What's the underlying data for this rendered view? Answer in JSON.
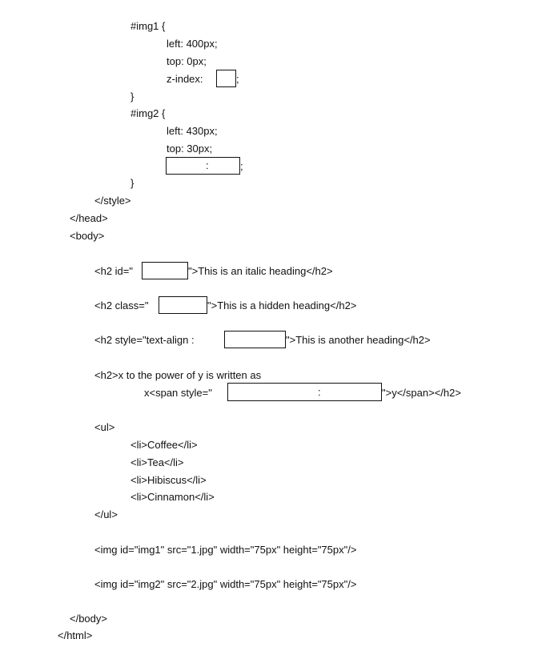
{
  "code": {
    "img1_selector": "#img1 {",
    "img1_left": "left: 400px;",
    "img1_top": "top: 0px;",
    "img1_zindex_label": "z-index:",
    "semicolon": ";",
    "close_brace": "}",
    "img2_selector": "#img2 {",
    "img2_left": "left: 430px;",
    "img2_top": "top: 30px;",
    "colon": ":",
    "style_close": "</style>",
    "head_close": "</head>",
    "body_open": "<body>",
    "h2_id_prefix": "<h2 id=\"",
    "h2_id_suffix": "\">This is an italic heading</h2>",
    "h2_class_prefix": "<h2 class=\"",
    "h2_class_suffix": "\">This is a hidden heading</h2>",
    "h2_style_prefix": "<h2 style=\"text-align :",
    "h2_style_suffix": "\">This is another heading</h2>",
    "h2_power_line": "<h2>x to the power of y is written as",
    "span_prefix": "x<span style=\"",
    "span_suffix": "\">y</span></h2>",
    "ul_open": "<ul>",
    "list_items": [
      "<li>Coffee</li>",
      "<li>Tea</li>",
      "<li>Hibiscus</li>",
      "<li>Cinnamon</li>"
    ],
    "ul_close": "</ul>",
    "img1_tag": "<img id=\"img1\" src=\"1.jpg\" width=\"75px\" height=\"75px\"/>",
    "img2_tag": "<img id=\"img2\" src=\"2.jpg\" width=\"75px\" height=\"75px\"/>",
    "body_close": "</body>",
    "html_close": "</html>"
  }
}
